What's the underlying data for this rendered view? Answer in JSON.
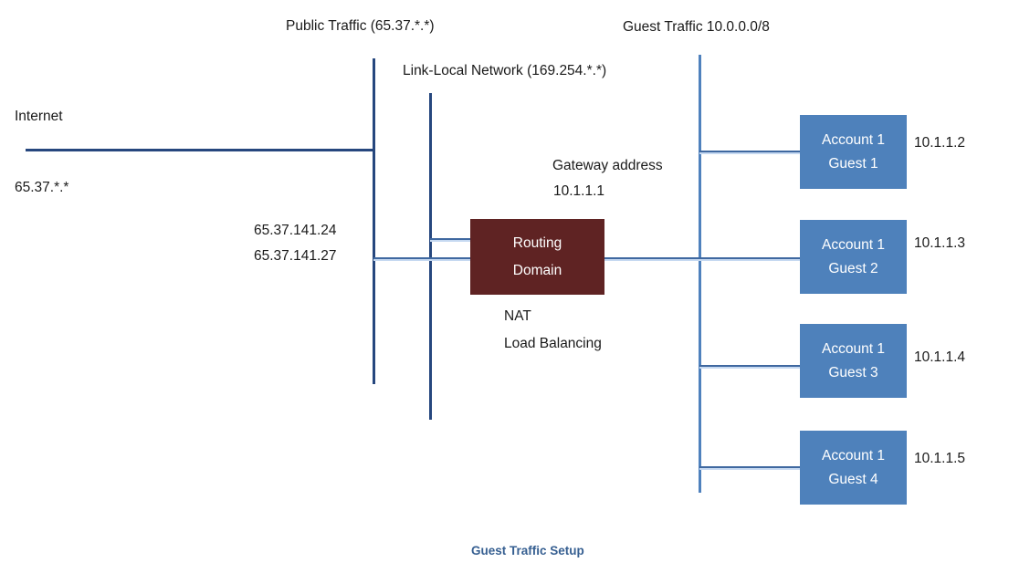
{
  "diagram_title": "Guest Traffic Setup",
  "colors": {
    "line_navy": "#26477e",
    "line_steel": "#4f81bd",
    "line_steel2": "#3f68a0",
    "line_shadow": "#c6d9f1",
    "box_blue": "#4e81bb",
    "box_maroon": "#5f2323",
    "caption_color": "#365f91"
  },
  "labels": {
    "public_traffic": "Public Traffic (65.37.*.*)",
    "guest_traffic": "Guest Traffic 10.0.0.0/8",
    "link_local": "Link-Local Network (169.254.*.*)",
    "internet": "Internet",
    "internet_ip": "65.37.*.*",
    "nat_ip_1": "65.37.141.24",
    "nat_ip_2": "65.37.141.27",
    "gateway_title": "Gateway address",
    "gateway_ip": "10.1.1.1",
    "nat": "NAT",
    "load_balancing": "Load Balancing",
    "caption": "Guest Traffic Setup"
  },
  "routing_domain": {
    "line1": "Routing",
    "line2": "Domain"
  },
  "guests": [
    {
      "account": "Account 1",
      "guest": "Guest 1",
      "ip": "10.1.1.2"
    },
    {
      "account": "Account 1",
      "guest": "Guest 2",
      "ip": "10.1.1.3"
    },
    {
      "account": "Account 1",
      "guest": "Guest 3",
      "ip": "10.1.1.4"
    },
    {
      "account": "Account 1",
      "guest": "Guest 4",
      "ip": "10.1.1.5"
    }
  ]
}
